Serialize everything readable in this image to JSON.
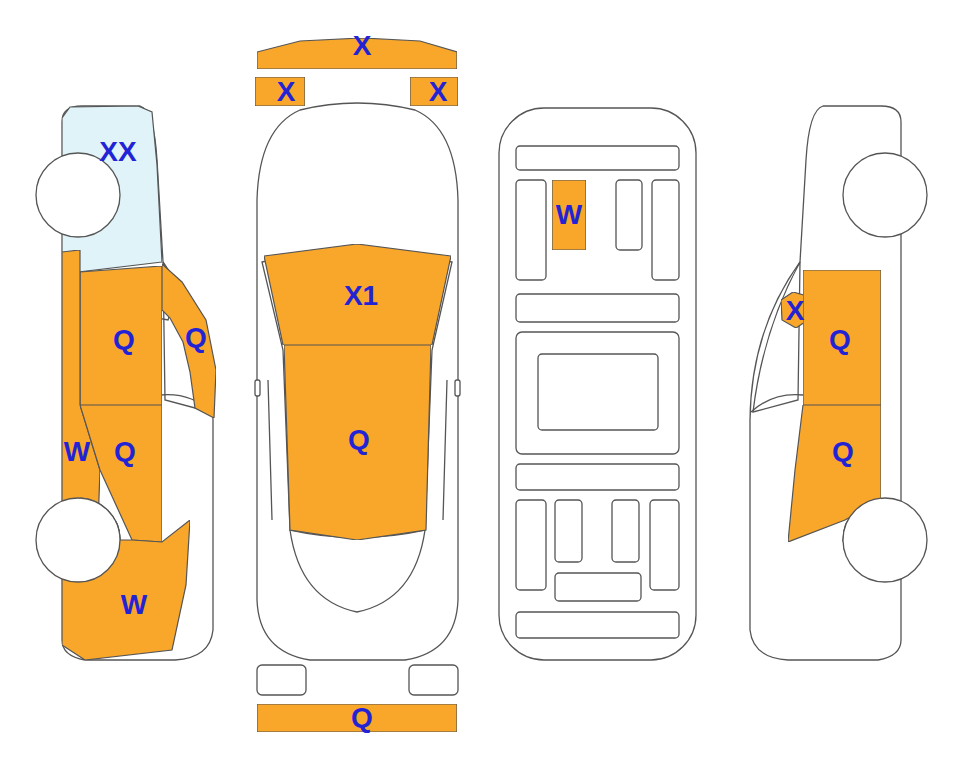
{
  "diagram": {
    "nodes": [
      {
        "text": [
          "X"
        ]
      },
      {
        "text": [
          "X"
        ]
      },
      {
        "text": [
          "X"
        ]
      },
      {
        "text": [
          "XX"
        ]
      },
      {
        "text": [
          "W"
        ]
      },
      {
        "text": [
          "X1"
        ]
      },
      {
        "text": [
          "Q"
        ]
      },
      {
        "text": [
          "Q"
        ]
      },
      {
        "text": [
          "X"
        ]
      },
      {
        "text": [
          "Q"
        ]
      },
      {
        "text": [
          "Q"
        ]
      },
      {
        "text": [
          "W"
        ]
      },
      {
        "text": [
          "Q"
        ]
      },
      {
        "text": [
          "Q"
        ]
      },
      {
        "text": [
          "W"
        ]
      },
      {
        "text": [
          "Q"
        ]
      }
    ]
  }
}
